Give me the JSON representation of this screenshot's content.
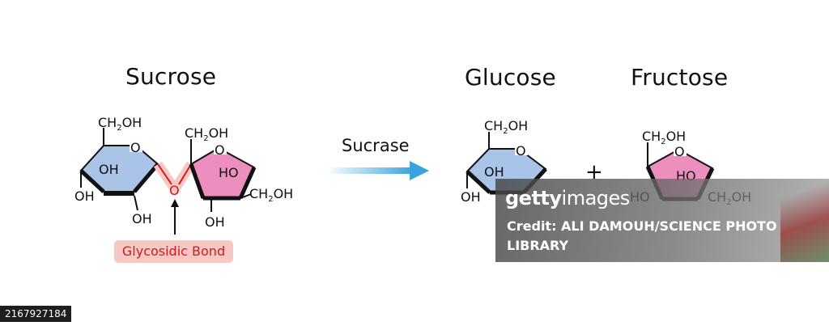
{
  "titles": {
    "sucrose": "Sucrose",
    "glucose": "Glucose",
    "fructose": "Fructose"
  },
  "reaction": {
    "enzyme": "Sucrase",
    "plus": "+",
    "arrow_color": "#3aa3dd"
  },
  "labels": {
    "ch2oh": "CH2OH",
    "oh": "OH",
    "ho": "HO",
    "ring_oxygen": "O",
    "bridge_oxygen": "O",
    "glycosidic_bond": "Glycosidic Bond"
  },
  "colors": {
    "glucose_ring": "#a9c4e6",
    "fructose_ring": "#ec8fbf",
    "bond_highlight": "#f6c7c3",
    "bond_text": "#d11b1b"
  },
  "watermark": {
    "logo_brand": "getty",
    "logo_rest": "images",
    "credit": "Credit: ALI DAMOUH/SCIENCE PHOTO LIBRARY"
  },
  "image_id": "2167927184"
}
